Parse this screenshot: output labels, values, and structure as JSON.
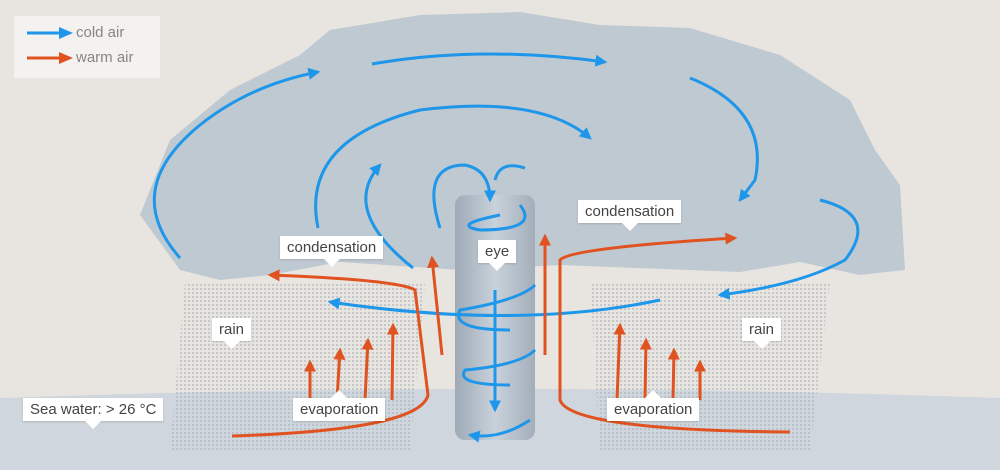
{
  "legend": {
    "cold": "cold air",
    "warm": "warm air"
  },
  "labels": {
    "condensation_left": "condensation",
    "condensation_right": "condensation",
    "eye": "eye",
    "rain_left": "rain",
    "rain_right": "rain",
    "evaporation_left": "evaporation",
    "evaporation_right": "evaporation",
    "sea_water": "Sea water: > 26 °C"
  },
  "colors": {
    "cold": "#1e96ea",
    "warm": "#e0521f",
    "cloud": "#bfc9d2",
    "sea": "#cfd6dd",
    "background": "#e8e5e1"
  }
}
